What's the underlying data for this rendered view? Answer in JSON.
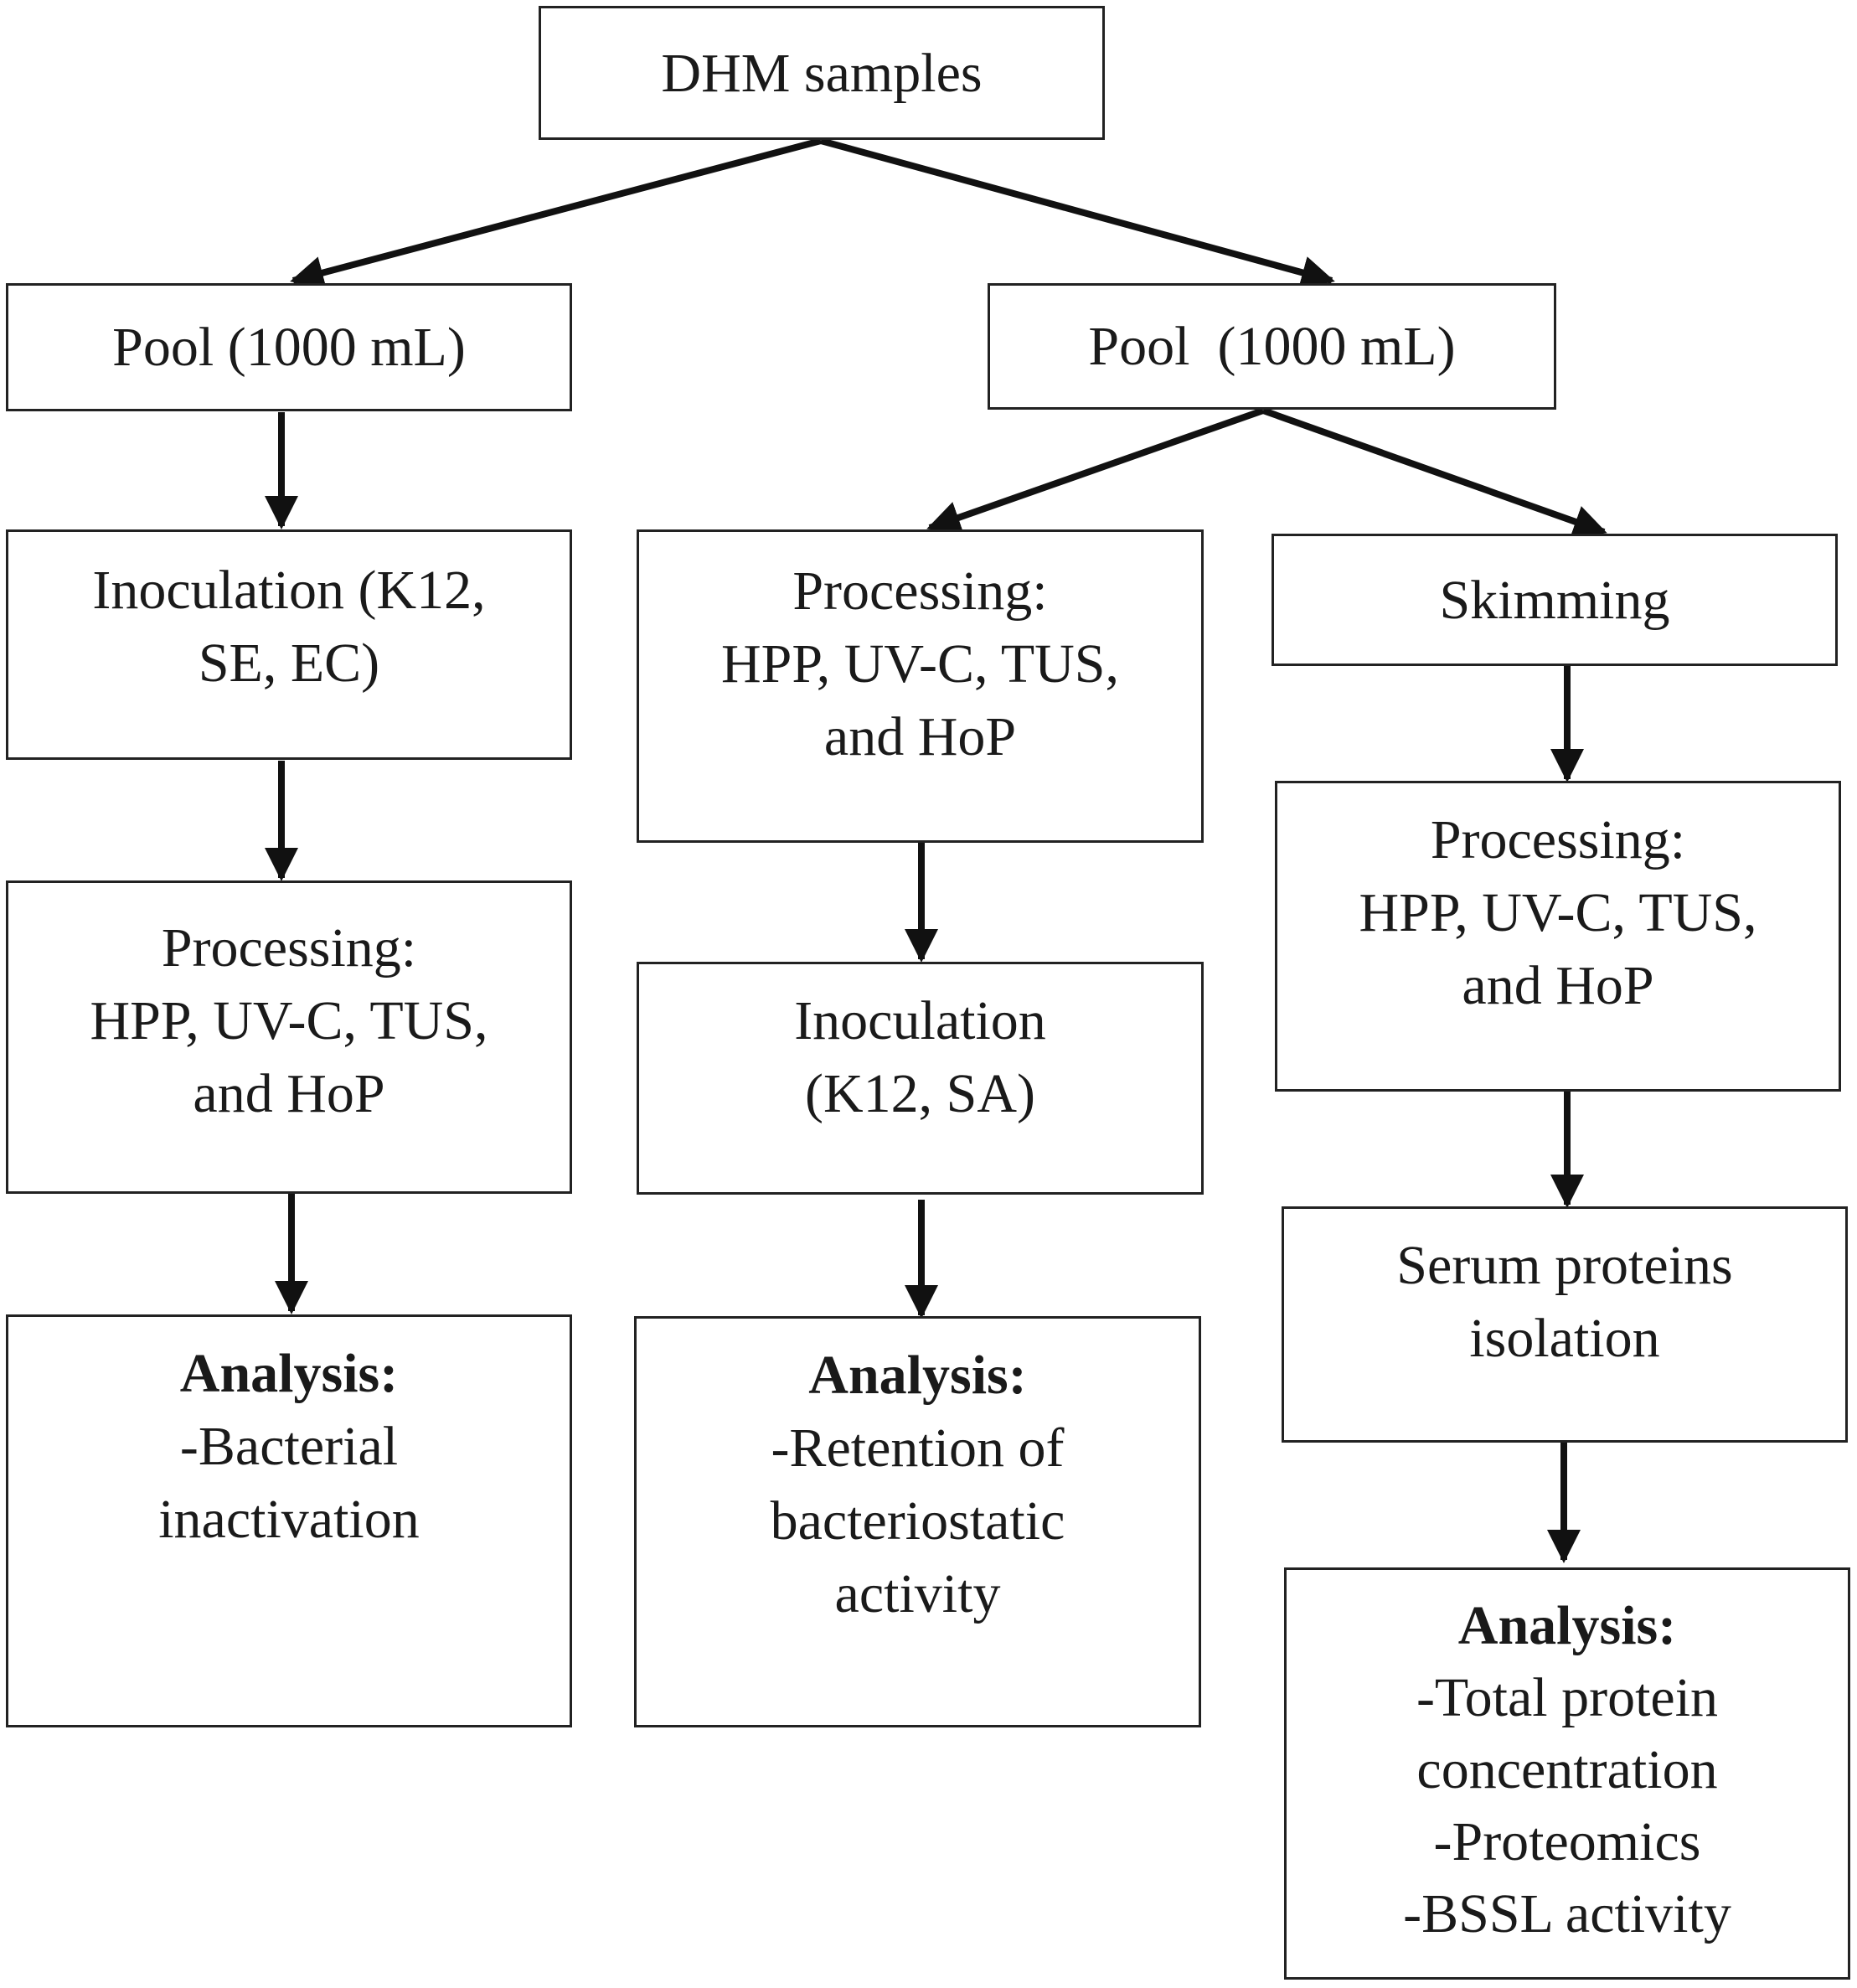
{
  "diagram": {
    "root": "DHM samples",
    "pool_left": "Pool (1000 mL)",
    "pool_right": "Pool  (1000 mL)",
    "col1": {
      "inoculation": [
        "Inoculation (K12,",
        "SE, EC)"
      ],
      "processing": [
        "Processing:",
        "HPP, UV-C, TUS,",
        "and HoP"
      ],
      "analysis_title": "Analysis:",
      "analysis": [
        "-Bacterial",
        "inactivation"
      ]
    },
    "col2": {
      "processing": [
        "Processing:",
        "HPP, UV-C, TUS,",
        "and HoP"
      ],
      "inoculation": [
        "Inoculation",
        "(K12, SA)"
      ],
      "analysis_title": "Analysis:",
      "analysis": [
        "-Retention of",
        "bacteriostatic",
        "activity"
      ]
    },
    "col3": {
      "skimming": "Skimming",
      "processing": [
        "Processing:",
        "HPP, UV-C, TUS,",
        "and HoP"
      ],
      "isolation": [
        "Serum proteins",
        "isolation"
      ],
      "analysis_title": "Analysis:",
      "analysis": [
        "-Total protein",
        "concentration",
        "-Proteomics",
        "-BSSL activity"
      ]
    }
  }
}
